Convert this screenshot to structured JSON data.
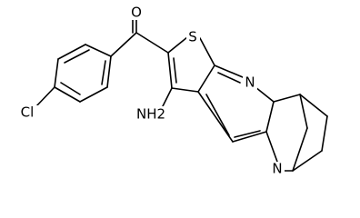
{
  "structure": {
    "atoms": {
      "O": "O",
      "S": "S",
      "N_ring": "N",
      "N_bridge": "N",
      "Cl": "Cl",
      "NH2": "NH2"
    }
  }
}
